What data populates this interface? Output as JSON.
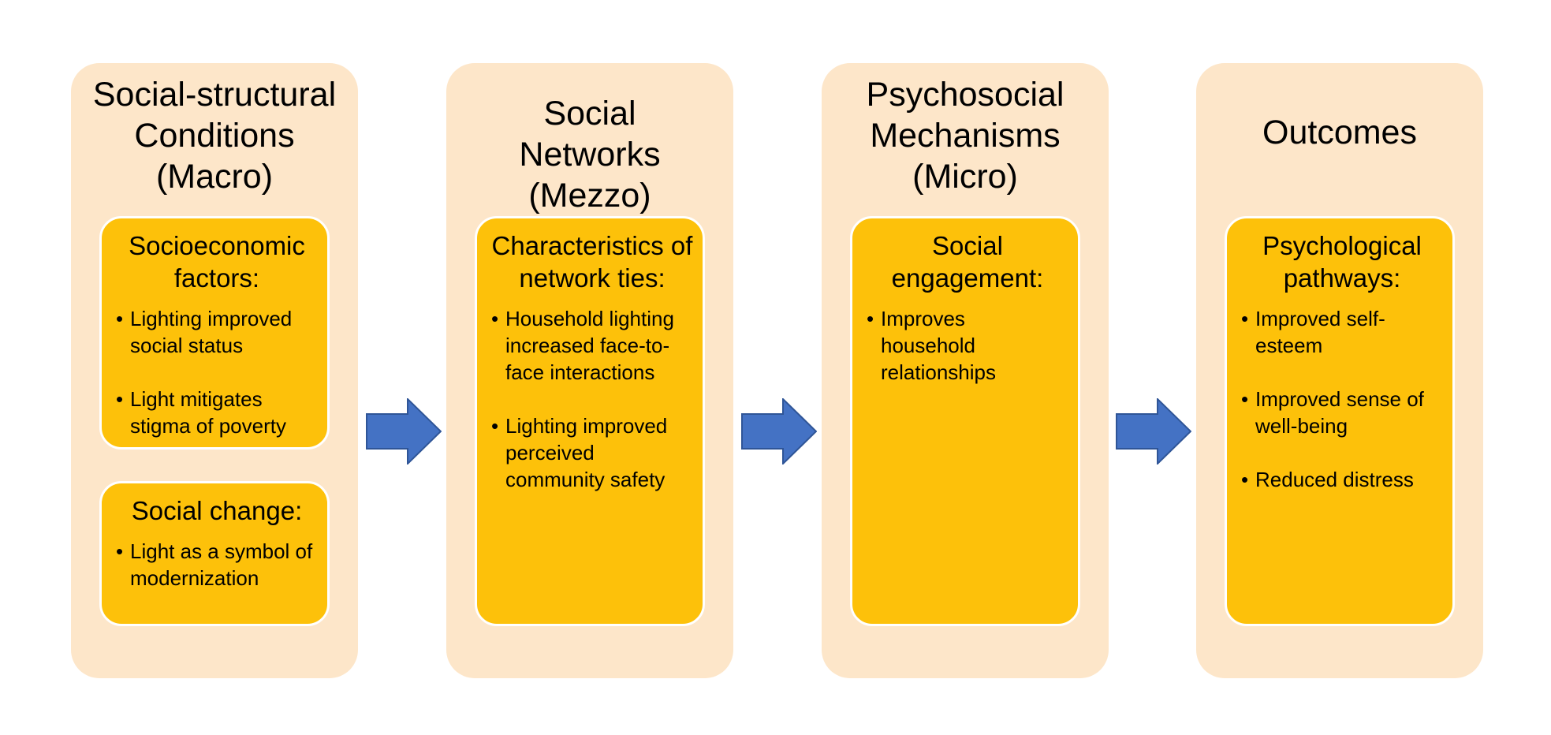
{
  "columns": [
    {
      "title": "Social-structural Conditions (Macro)",
      "boxes": [
        {
          "heading": "Socioeconomic factors:",
          "bullets": [
            "Lighting improved social status",
            "Light mitigates stigma of poverty"
          ]
        },
        {
          "heading": "Social change:",
          "bullets": [
            "Light as a symbol of modernization"
          ]
        }
      ]
    },
    {
      "title": "Social Networks (Mezzo)",
      "boxes": [
        {
          "heading": "Characteristics of network ties:",
          "bullets": [
            "Household lighting increased face-to-face interactions",
            "Lighting improved perceived community safety"
          ]
        }
      ]
    },
    {
      "title": "Psychosocial Mechanisms (Micro)",
      "boxes": [
        {
          "heading": "Social engagement:",
          "bullets": [
            "Improves household relationships"
          ]
        }
      ]
    },
    {
      "title": "Outcomes",
      "boxes": [
        {
          "heading": "Psychological pathways:",
          "bullets": [
            "Improved self-esteem",
            "Improved sense of well-being",
            "Reduced distress"
          ]
        }
      ]
    }
  ],
  "colors": {
    "column_bg": "#fde6c9",
    "box_bg": "#fdc10a",
    "arrow": "#4472c4"
  }
}
